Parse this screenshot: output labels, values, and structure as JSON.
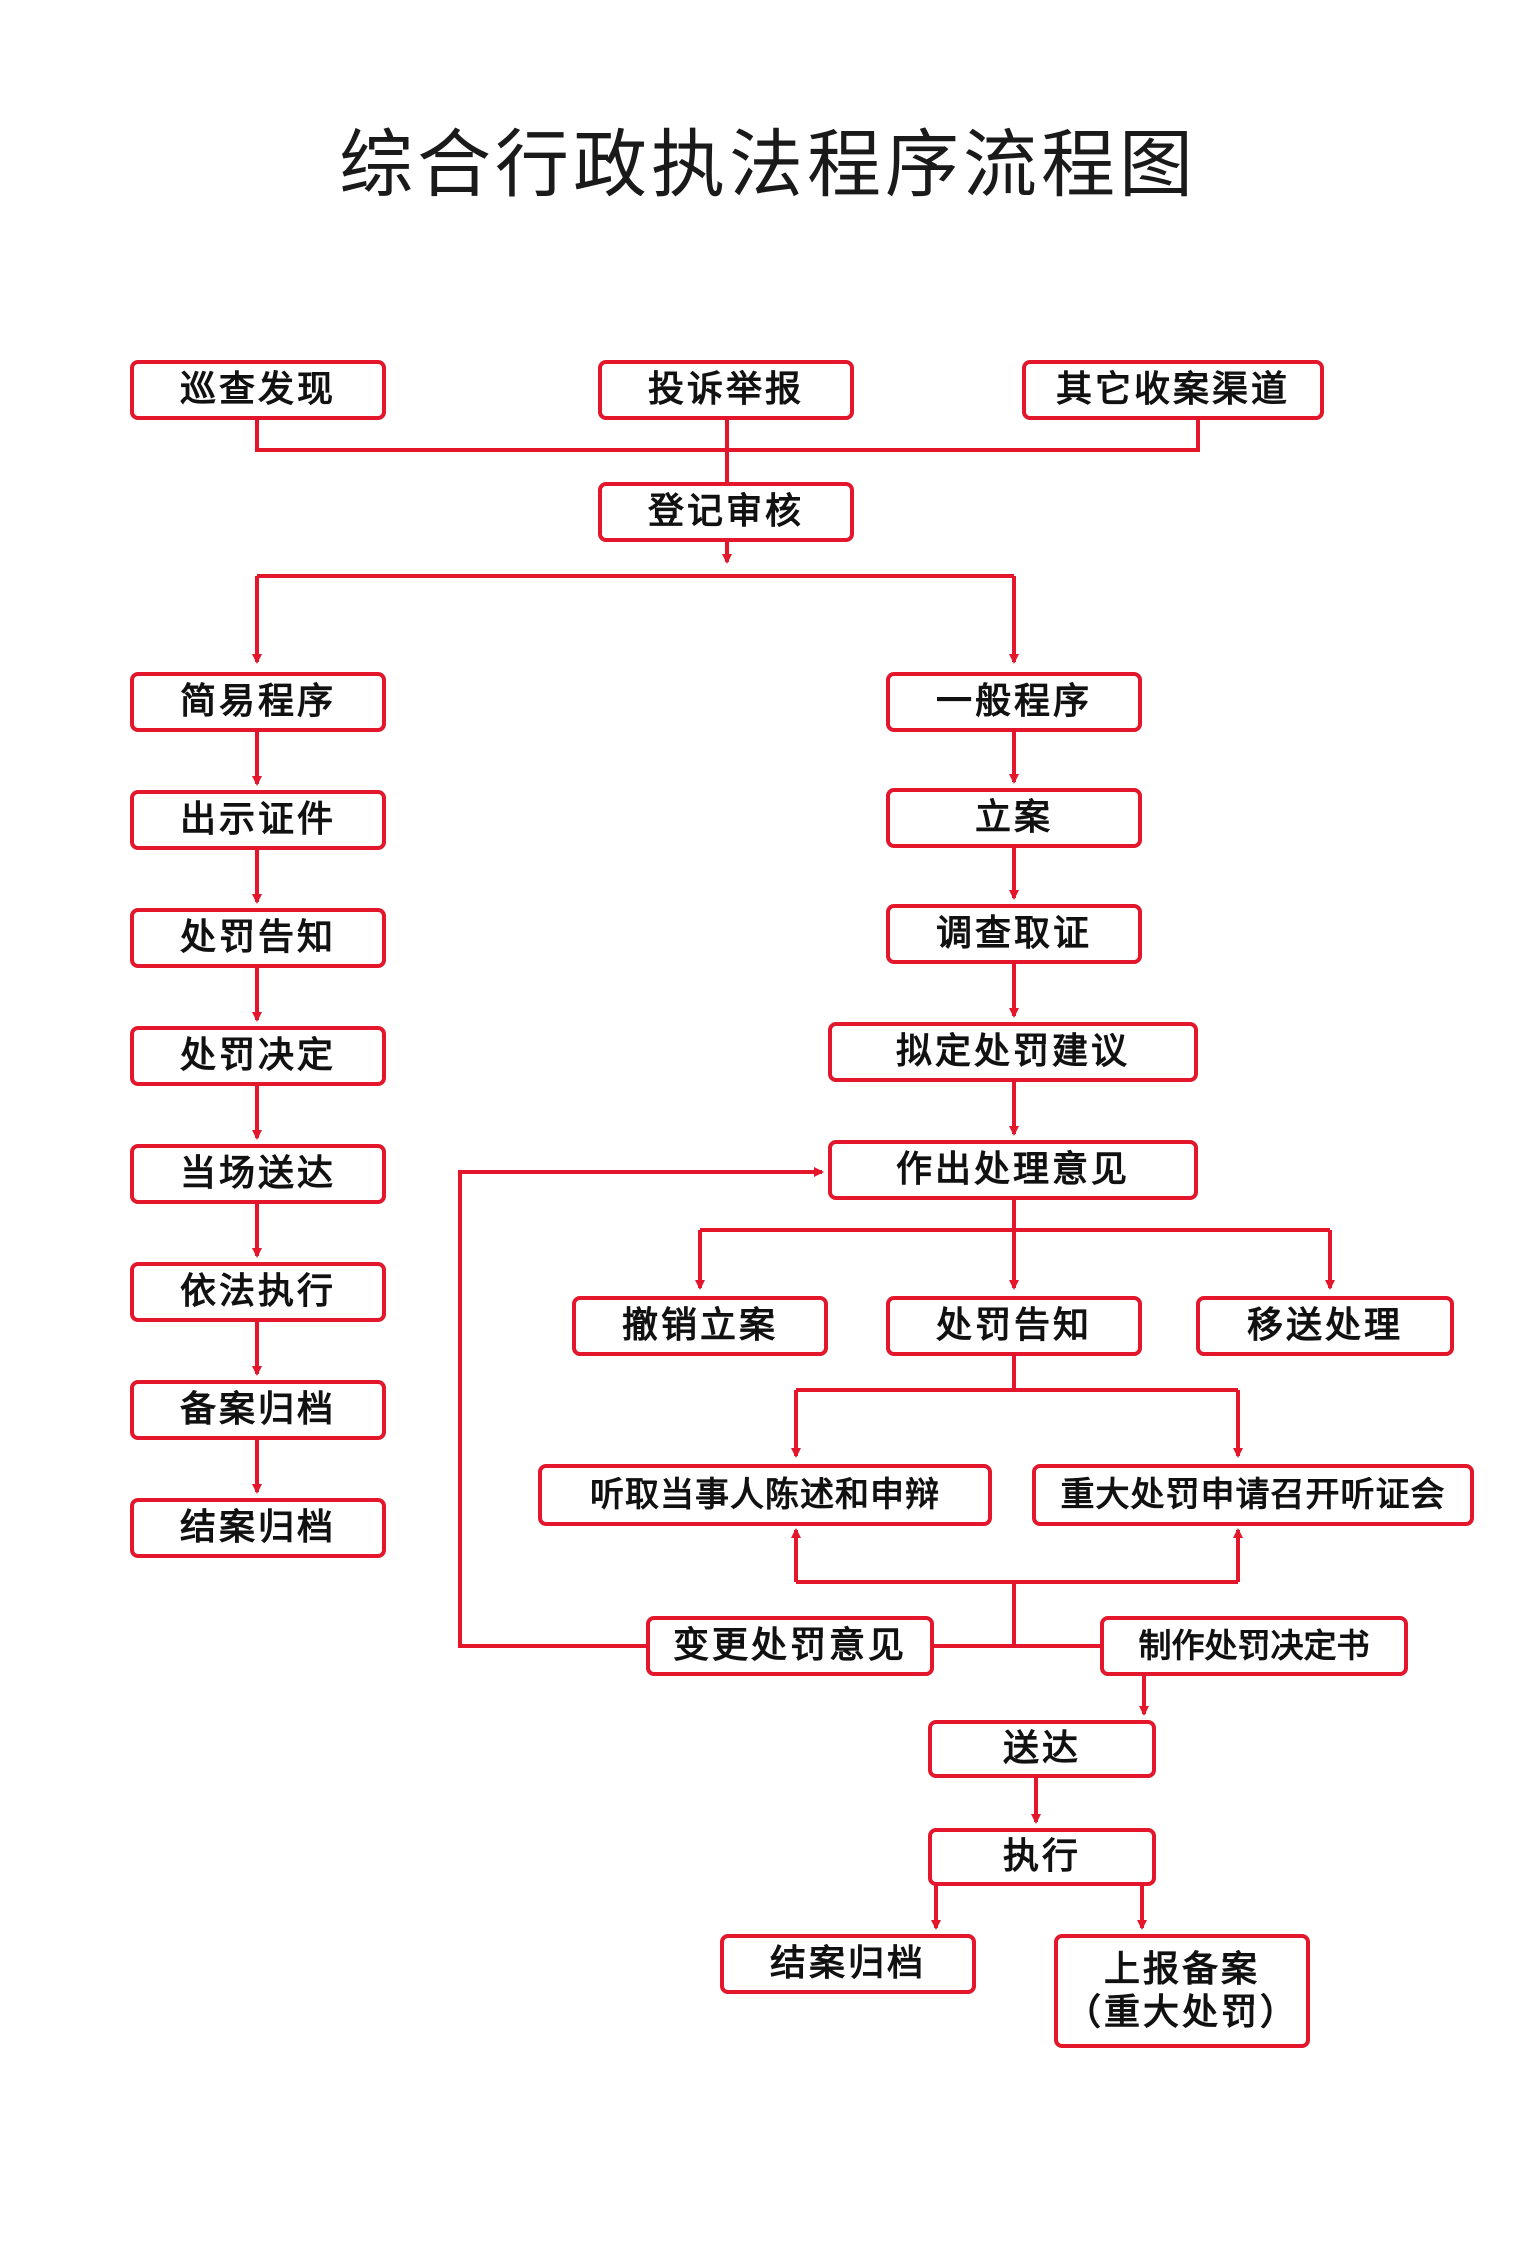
{
  "title": "综合行政执法程序流程图",
  "accent_color": "#e3162b",
  "nodes": {
    "patrol": "巡查发现",
    "complaint": "投诉举报",
    "other_channels": "其它收案渠道",
    "register": "登记审核",
    "simple": {
      "procedure": "简易程序",
      "show_id": "出示证件",
      "notify": "处罚告知",
      "decide": "处罚决定",
      "deliver": "当场送达",
      "execute": "依法执行",
      "file": "备案归档",
      "close": "结案归档"
    },
    "general": {
      "procedure": "一般程序",
      "case_filing": "立案",
      "investigate": "调查取证",
      "draft_proposal": "拟定处罚建议",
      "opinion": "作出处理意见",
      "revoke": "撤销立案",
      "notify": "处罚告知",
      "transfer": "移送处理",
      "statement": "听取当事人陈述和申辩",
      "hearing": "重大处罚申请召开听证会",
      "change_opinion": "变更处罚意见",
      "decision_doc": "制作处罚决定书",
      "deliver": "送达",
      "execute": "执行",
      "close": "结案归档",
      "report_line1": "上报备案",
      "report_line2": "（重大处罚）"
    }
  }
}
